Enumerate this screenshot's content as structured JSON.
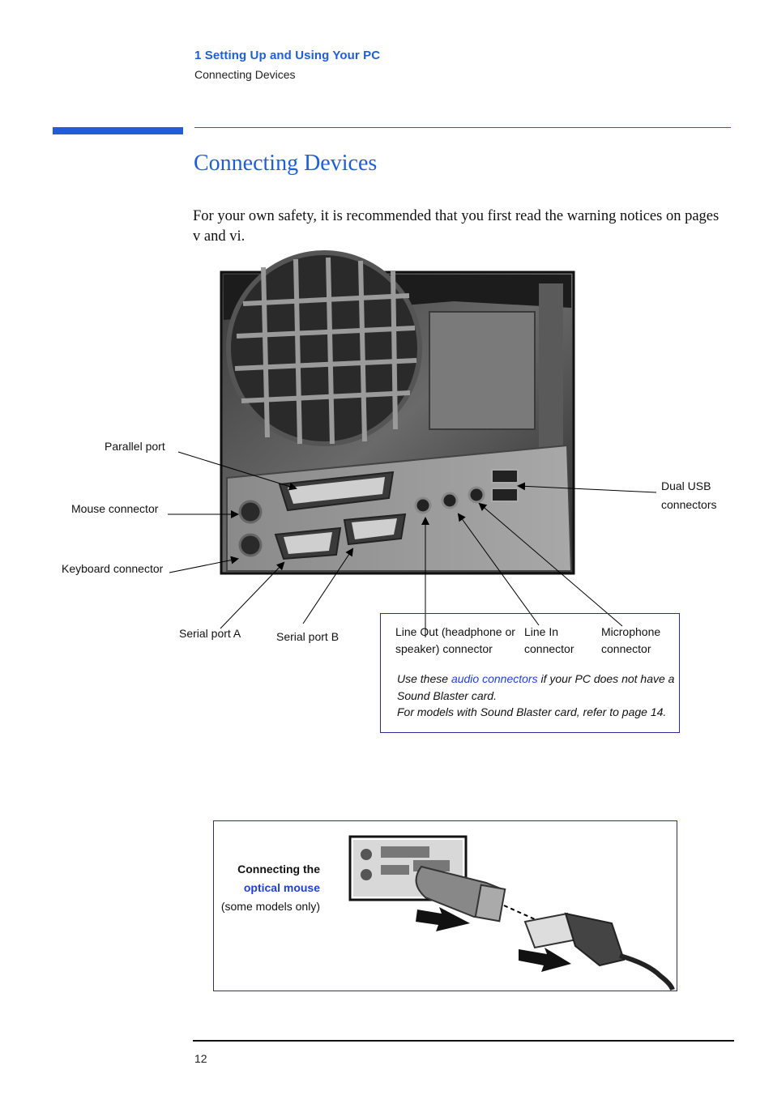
{
  "header": {
    "chapter": "1   Setting Up and Using Your PC",
    "section": "Connecting Devices"
  },
  "title": "Connecting Devices",
  "intro": "For your own safety, it is recommended that you first read the warning notices on pages v and vi.",
  "figure1": {
    "labels": {
      "parallel_port": "Parallel port",
      "mouse_connector": "Mouse connector",
      "keyboard_connector": "Keyboard connector",
      "serial_port_a": "Serial port A",
      "serial_port_b": "Serial port B",
      "dual_usb_line1": "Dual USB",
      "dual_usb_line2": "connectors"
    },
    "audio_box": {
      "line_out_1": "Line Out (headphone or",
      "line_out_2": "speaker) connector",
      "line_in_1": "Line In",
      "line_in_2": "connector",
      "mic_1": "Microphone",
      "mic_2": "connector",
      "note_pre": "Use these ",
      "note_link": "audio connectors",
      "note_post": " if your PC does not have a",
      "note_line2": "Sound Blaster card.",
      "note_line3": "For models with Sound Blaster card, refer to page 14."
    }
  },
  "figure2": {
    "caption_line1": "Connecting the",
    "caption_link": "optical mouse",
    "caption_line3": "(some models only)"
  },
  "footer": {
    "page_number": "12"
  },
  "colors": {
    "accent": "#1f5fd6",
    "link": "#1f3fd6",
    "box_border": "#2a2a9a"
  }
}
